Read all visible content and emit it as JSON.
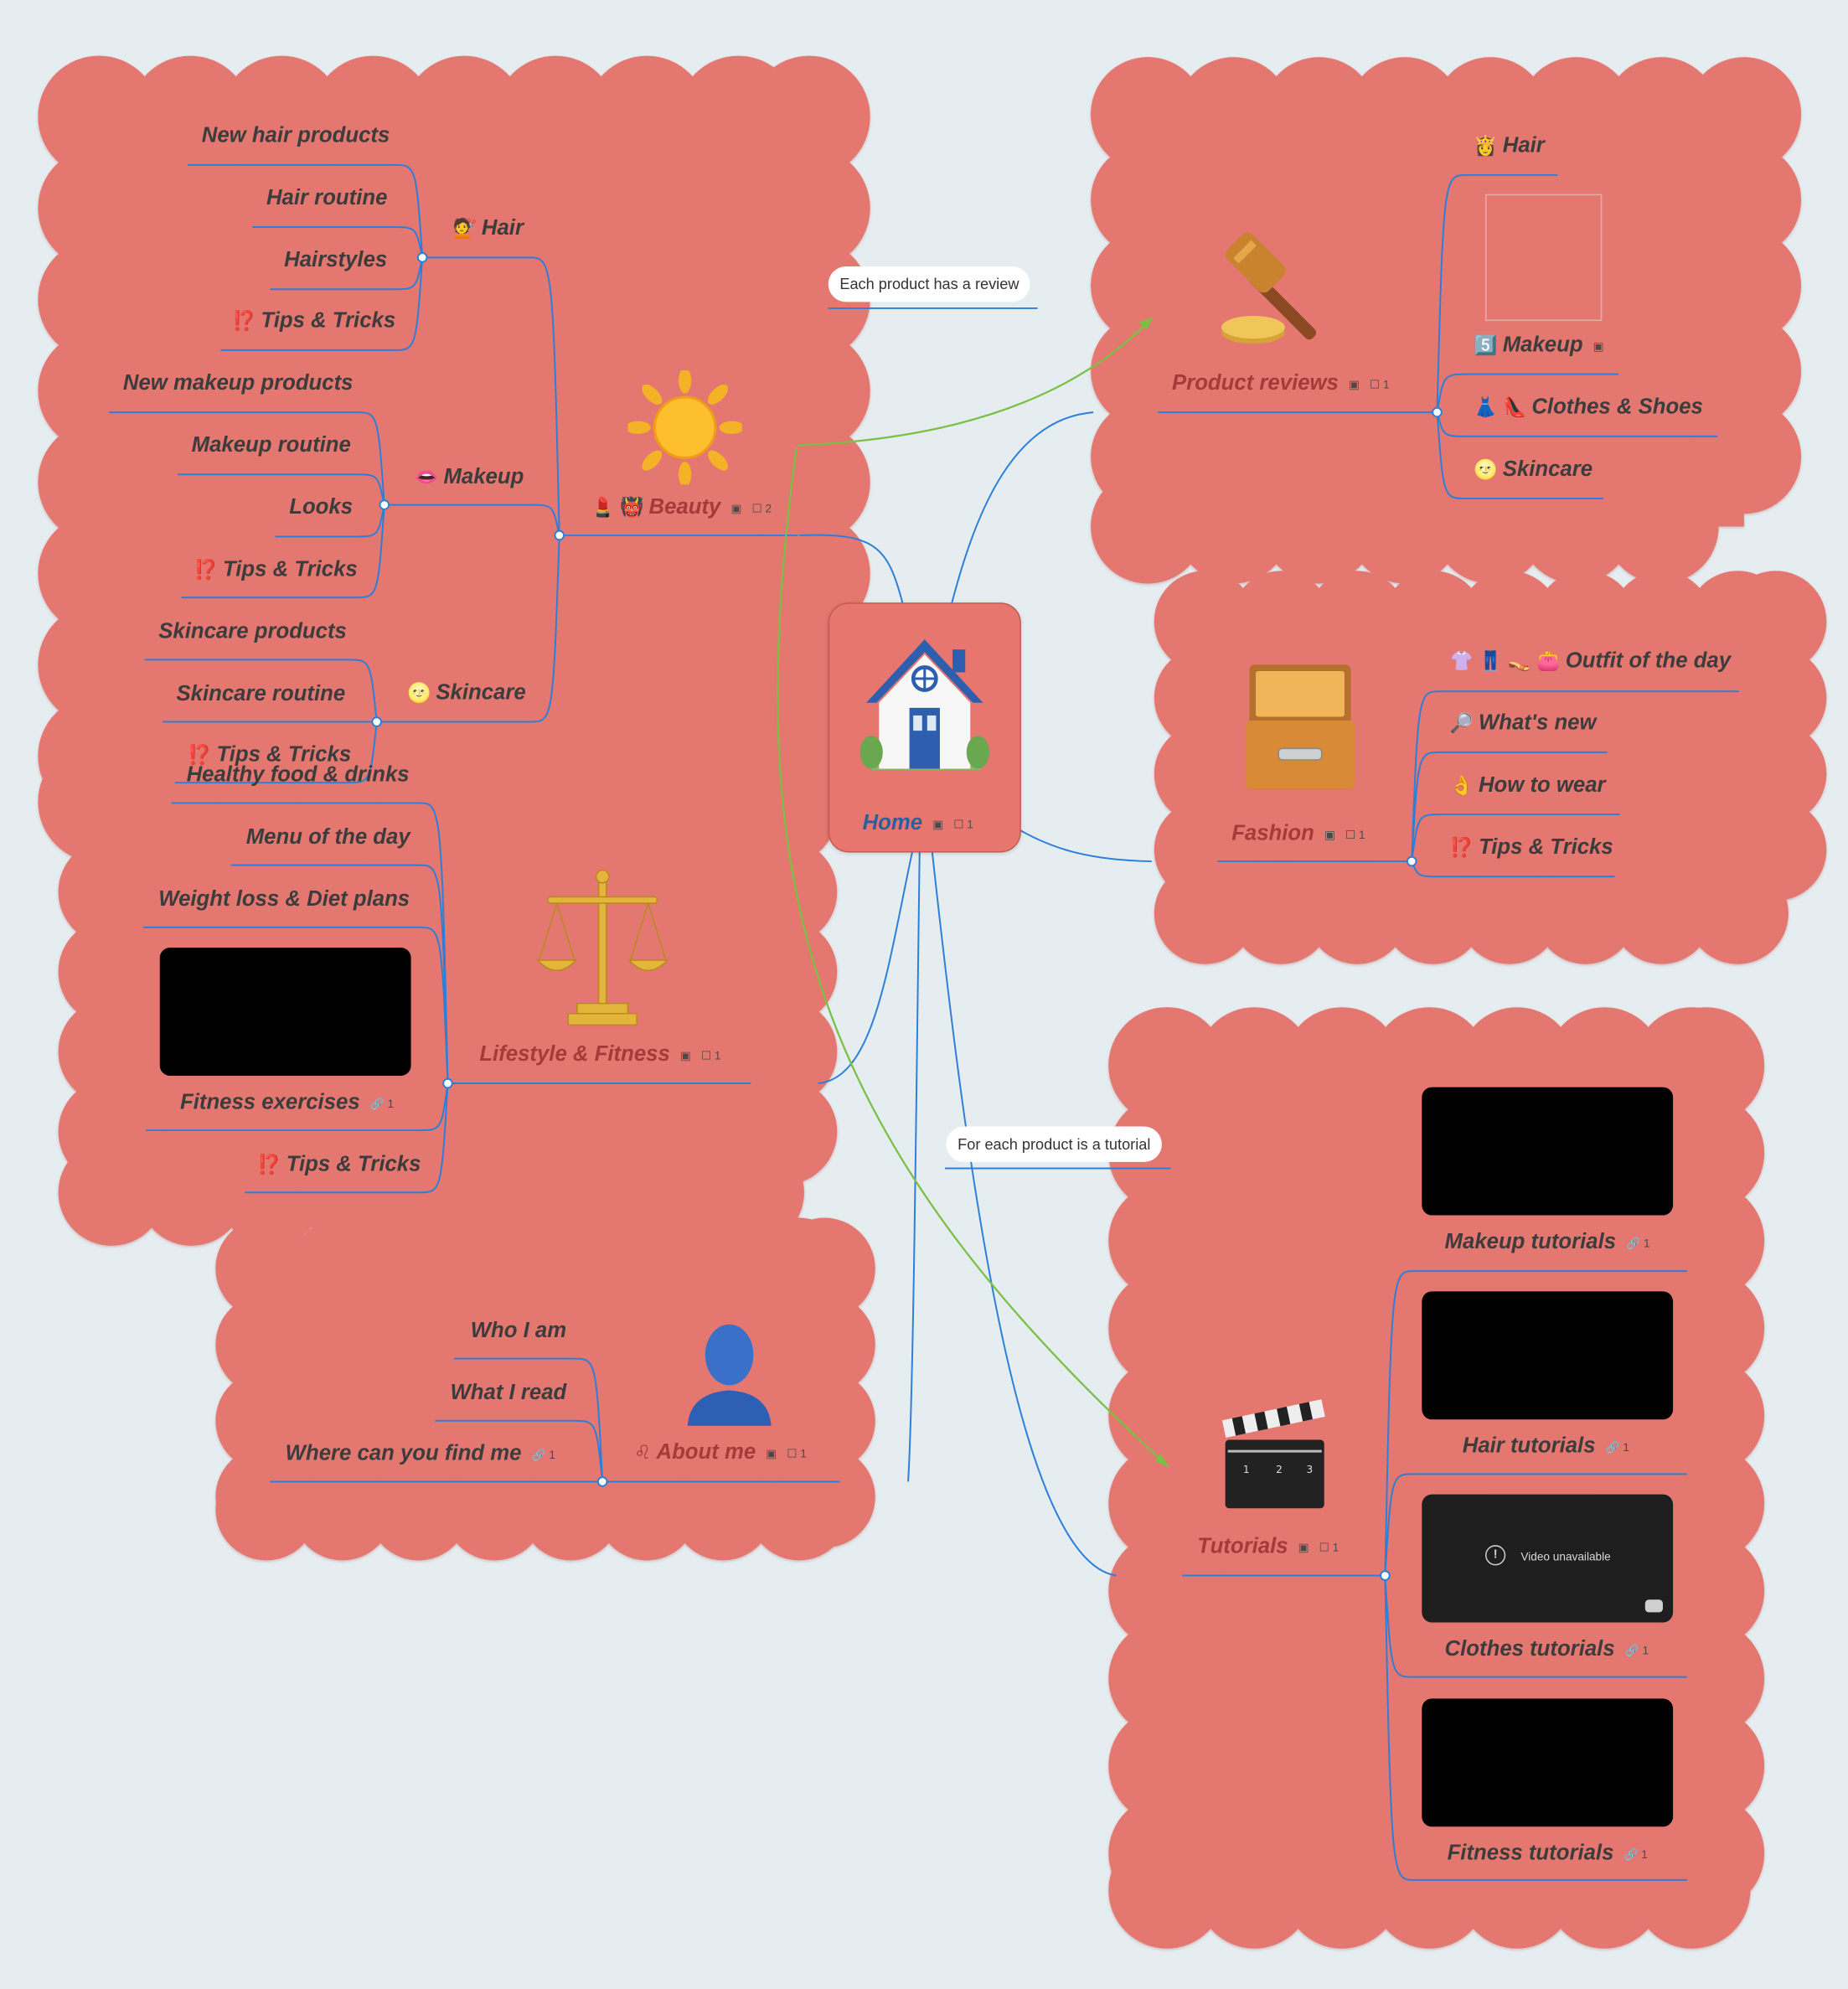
{
  "colors": {
    "background": "#e6edf1",
    "cloud": "#e4776f",
    "branch": "#2b7fd9",
    "relation": "#7ac043",
    "main_text": "#a33b3a",
    "home_text": "#2f5f9b"
  },
  "home": {
    "label": "Home",
    "icon": "house-icon",
    "comments": "1"
  },
  "relations": [
    {
      "label": "Each product has a review"
    },
    {
      "label": "For each product is a tutorial"
    }
  ],
  "beauty": {
    "label": "Beauty",
    "icon": "sun-icon",
    "emojis": "💄 👹",
    "comments": "2",
    "hair": {
      "label": "Hair",
      "emoji": "💇",
      "items": [
        "New hair products",
        "Hair routine",
        "Hairstyles",
        "Tips & Tricks"
      ]
    },
    "makeup": {
      "label": "Makeup",
      "emoji": "👄",
      "items": [
        "New makeup products",
        "Makeup routine",
        "Looks",
        "Tips & Tricks"
      ]
    },
    "skincare": {
      "label": "Skincare",
      "emoji": "🌝",
      "items": [
        "Skincare products",
        "Skincare routine",
        "Tips & Tricks"
      ]
    },
    "tips_emoji": "⁉️"
  },
  "lifestyle": {
    "label": "Lifestyle & Fitness",
    "icon": "scale-icon",
    "comments": "1",
    "items": [
      "Healthy food & drinks",
      "Menu of the day",
      "Weight loss & Diet plans",
      "Fitness exercises",
      "Tips & Tricks"
    ],
    "fitness_links": "1"
  },
  "about": {
    "label": "About me",
    "emoji": "♌",
    "icon": "person-icon",
    "comments": "1",
    "items": [
      "Who I am",
      "What I read",
      "Where can you find me"
    ],
    "find_links": "1"
  },
  "reviews": {
    "label": "Product reviews",
    "icon": "gavel-icon",
    "comments": "1",
    "items": [
      {
        "label": "Hair",
        "emoji": "👸"
      },
      {
        "label": "Makeup",
        "emoji": "5️⃣"
      },
      {
        "label": "Clothes & Shoes",
        "emoji": "👗 👠"
      },
      {
        "label": "Skincare",
        "emoji": "🌝"
      }
    ]
  },
  "fashion": {
    "label": "Fashion",
    "icon": "cabinet-icon",
    "comments": "1",
    "items": [
      {
        "label": "Outfit of the day",
        "emoji": "👚 👖 👡 👛"
      },
      {
        "label": "What's new",
        "emoji": "🔎"
      },
      {
        "label": "How to wear",
        "emoji": "👌"
      },
      {
        "label": "Tips & Tricks",
        "emoji": "⁉️"
      }
    ]
  },
  "tutorials": {
    "label": "Tutorials",
    "icon": "clapperboard-icon",
    "comments": "1",
    "items": [
      {
        "label": "Makeup tutorials",
        "links": "1"
      },
      {
        "label": "Hair tutorials",
        "links": "1"
      },
      {
        "label": "Clothes tutorials",
        "links": "1",
        "video_message": "Video unavailable"
      },
      {
        "label": "Fitness tutorials",
        "links": "1"
      }
    ]
  }
}
